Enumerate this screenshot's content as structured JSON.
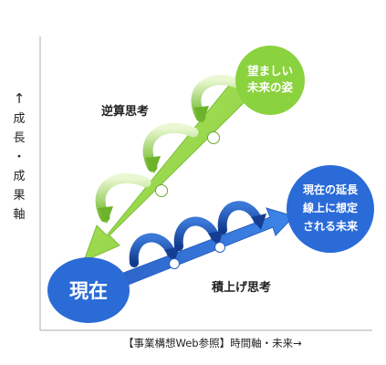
{
  "axes": {
    "vertical_arrow": "↑",
    "vertical_label": [
      "成",
      "長",
      "・",
      "成",
      "果",
      "軸"
    ],
    "horizontal_caption": "【事業構想Web参照】時間軸・未来→"
  },
  "nodes": {
    "current": "現在",
    "ideal": [
      "望ましい",
      "未来の姿"
    ],
    "extension": [
      "現在の延長",
      "線上に想定",
      "される未来"
    ]
  },
  "labels": {
    "backcasting": "逆算思考",
    "forecasting": "積上げ思考"
  },
  "colors": {
    "green": "#8bd23f",
    "green_dark": "#5d9d22",
    "blue": "#2f6fd1",
    "blue_dark": "#17419b",
    "circle_blue": "#2a6bd8"
  }
}
